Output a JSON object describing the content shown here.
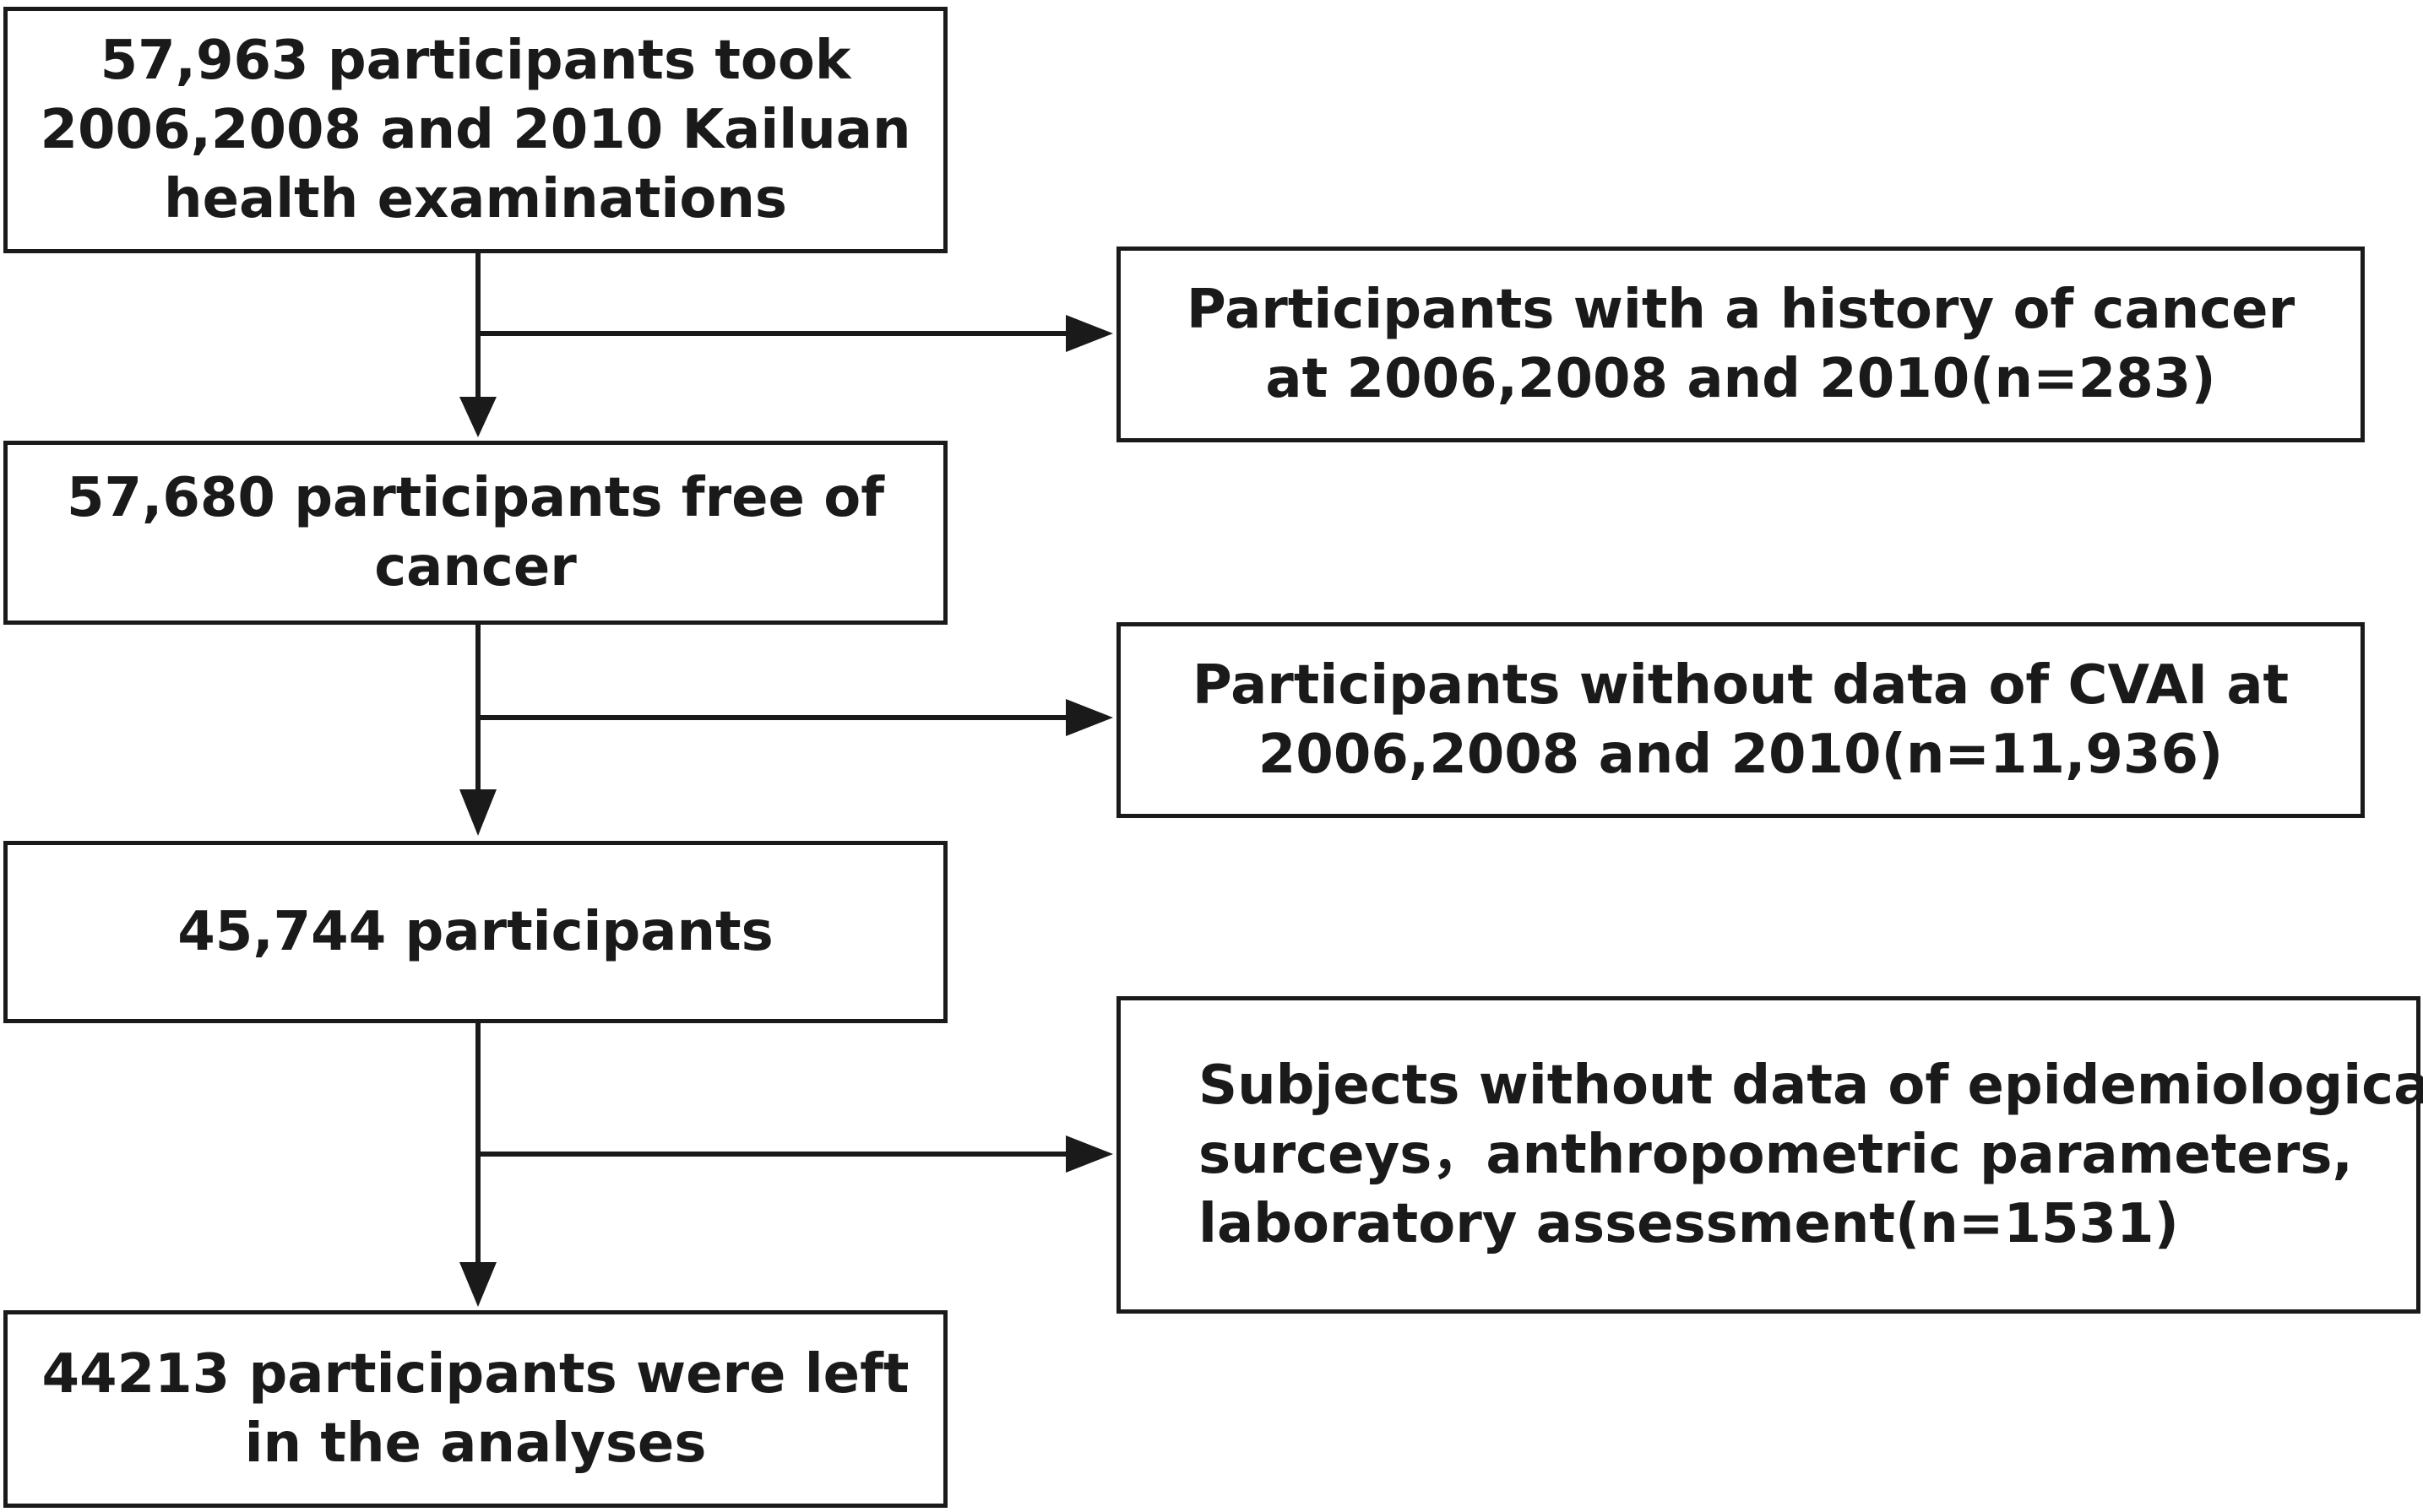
{
  "flow": {
    "box1": {
      "lines": [
        "57,963 participants took",
        "2006,2008 and 2010 Kailuan",
        "health examinations"
      ]
    },
    "exclusion1": {
      "lines": [
        "Participants with a history of cancer",
        "at 2006,2008 and 2010(n=283)"
      ]
    },
    "box2": {
      "lines": [
        "57,680 participants free of",
        "cancer"
      ]
    },
    "exclusion2": {
      "lines": [
        "Participants without data of CVAI at",
        "2006,2008 and 2010(n=11,936)"
      ]
    },
    "box3": {
      "lines": [
        "45,744 participants"
      ]
    },
    "exclusion3": {
      "lines": [
        "Subjects without data of epidemiological",
        "surceys，anthropometric parameters,",
        "laboratory assessment(n=1531)"
      ]
    },
    "box4": {
      "lines": [
        "44213 participants were left",
        "in the analyses"
      ]
    }
  }
}
